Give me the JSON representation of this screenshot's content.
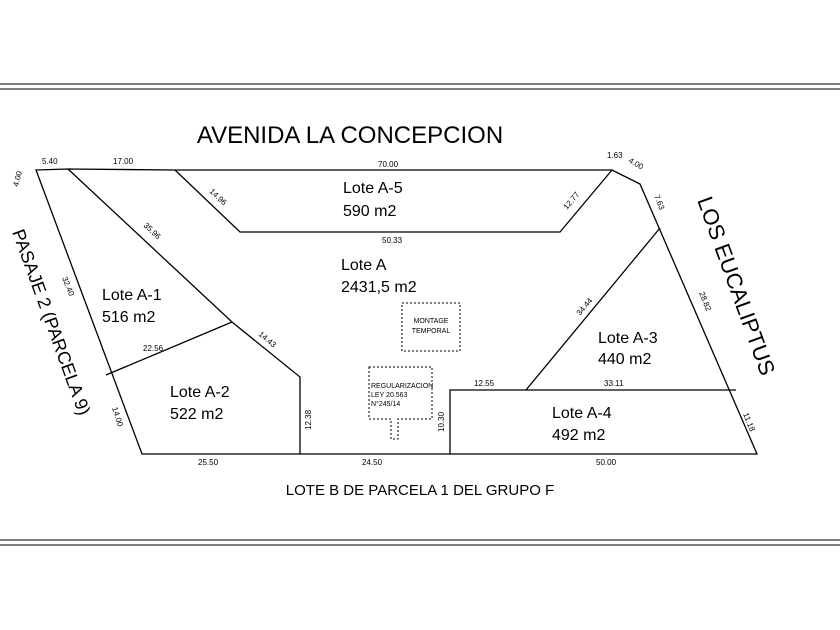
{
  "streets": {
    "top": "AVENIDA LA CONCEPCION",
    "right": "LOS EUCALIPTUS",
    "left": "PASAJE 2 (PARCELA 9)",
    "bottom": "LOTE B DE PARCELA 1 DEL GRUPO F"
  },
  "lots": {
    "a5": {
      "name": "Lote A-5",
      "area": "590 m2"
    },
    "a": {
      "name": "Lote A",
      "area": "2431,5 m2"
    },
    "a1": {
      "name": "Lote A-1",
      "area": "516 m2"
    },
    "a2": {
      "name": "Lote A-2",
      "area": "522 m2"
    },
    "a3": {
      "name": "Lote A-3",
      "area": "440 m2"
    },
    "a4": {
      "name": "Lote A-4",
      "area": "492 m2"
    }
  },
  "boxes": {
    "montage": [
      "MONTAGE",
      "TEMPORAL"
    ],
    "regularizacion": [
      "REGULARIZACION",
      "LEY 20.563",
      "N°245/14"
    ]
  },
  "dims": {
    "d540": "5.40",
    "d1700": "17.00",
    "d7000": "70.00",
    "d163": "1.63",
    "d400l": "4.00",
    "d400r": "4.00",
    "d1496": "14.96",
    "d1277": "12.77",
    "d763": "7.63",
    "d5033": "50.33",
    "d3596": "35.96",
    "d3240": "32.40",
    "d3444": "34.44",
    "d2882": "28.82",
    "d2256": "22.56",
    "d1443": "14.43",
    "d1255": "12.55",
    "d3311": "33.11",
    "d1400": "14.00",
    "d1238": "12.38",
    "d1030": "10.30",
    "d1118": "11.18",
    "d2550": "25.50",
    "d2450": "24.50",
    "d5000": "50.00"
  }
}
